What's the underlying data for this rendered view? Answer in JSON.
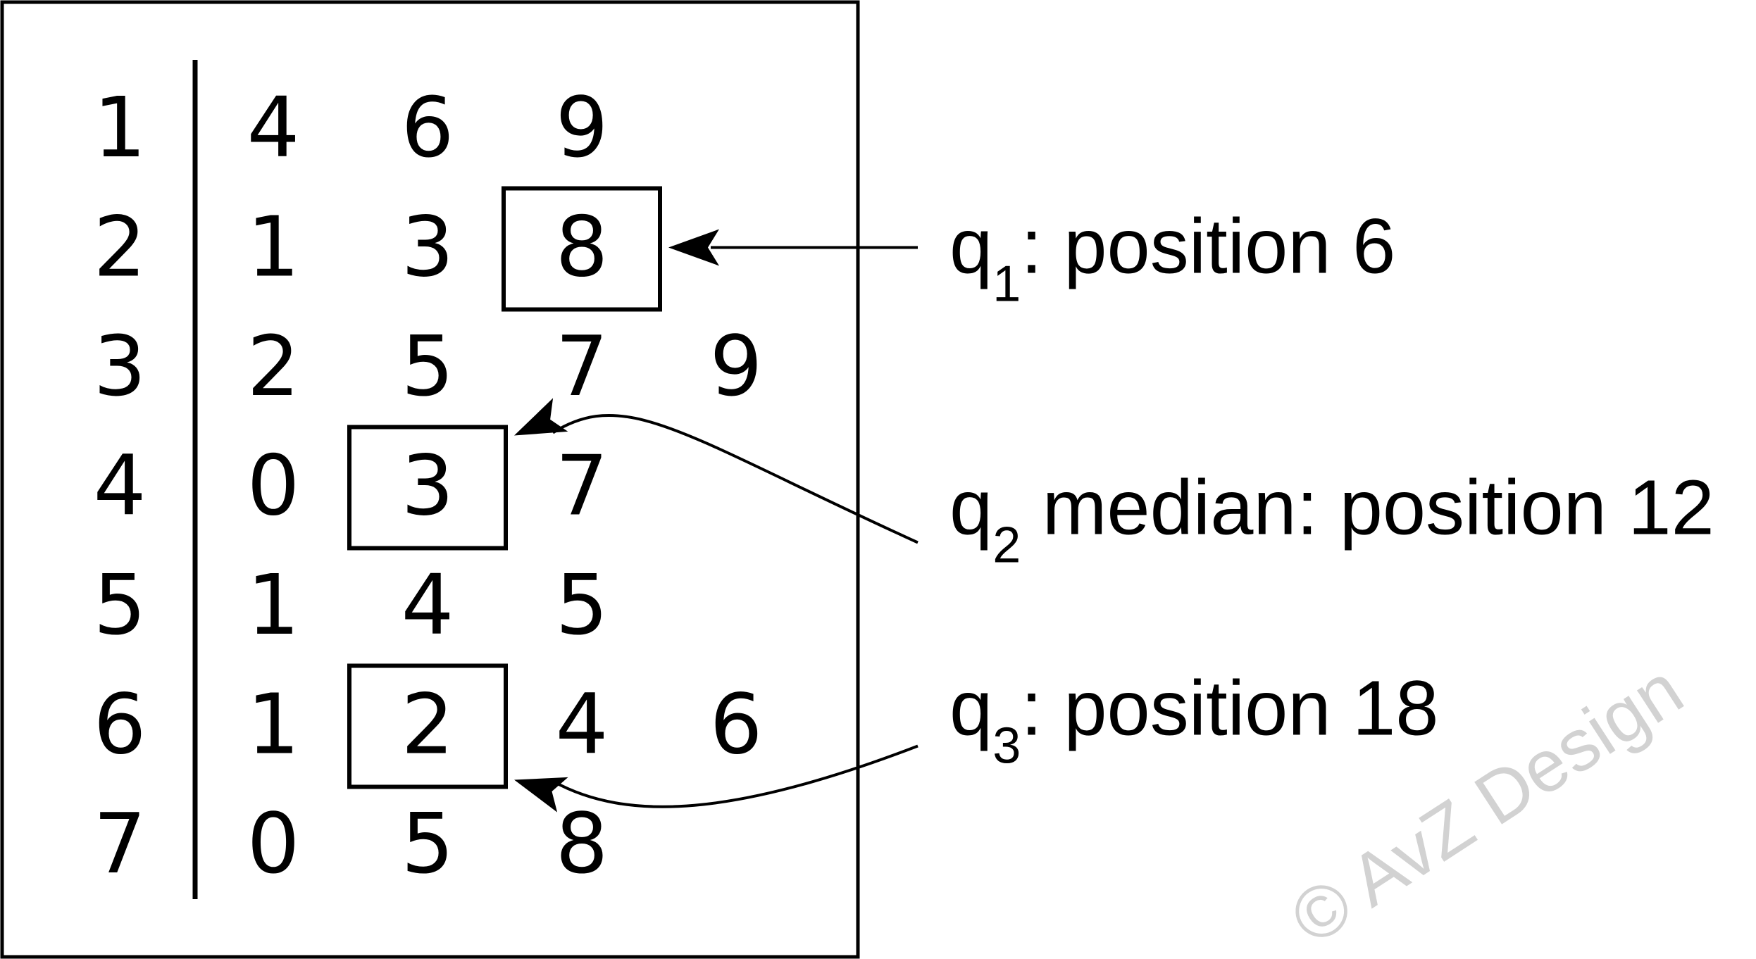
{
  "stem_leaf": {
    "rows": [
      {
        "stem": "1",
        "leaves": [
          "4",
          "6",
          "9"
        ]
      },
      {
        "stem": "2",
        "leaves": [
          "1",
          "3",
          "8"
        ]
      },
      {
        "stem": "3",
        "leaves": [
          "2",
          "5",
          "7",
          "9"
        ]
      },
      {
        "stem": "4",
        "leaves": [
          "0",
          "3",
          "7"
        ]
      },
      {
        "stem": "5",
        "leaves": [
          "1",
          "4",
          "5"
        ]
      },
      {
        "stem": "6",
        "leaves": [
          "1",
          "2",
          "4",
          "6"
        ]
      },
      {
        "stem": "7",
        "leaves": [
          "0",
          "5",
          "8"
        ]
      }
    ]
  },
  "annotations": [
    {
      "symbol": "q",
      "subscript": "1",
      "text": ": position 6",
      "row": 1,
      "leaf": 2,
      "arrow": "straight"
    },
    {
      "symbol": "q",
      "subscript": "2",
      "text": " median: position 12",
      "row": 3,
      "leaf": 1,
      "arrow": "curved"
    },
    {
      "symbol": "q",
      "subscript": "3",
      "text": ": position 18",
      "row": 5,
      "leaf": 1,
      "arrow": "curved"
    }
  ],
  "watermark": "© AvZ Design",
  "colors": {
    "ink": "#000000",
    "background": "#ffffff",
    "watermark": "#d2d2d2"
  }
}
